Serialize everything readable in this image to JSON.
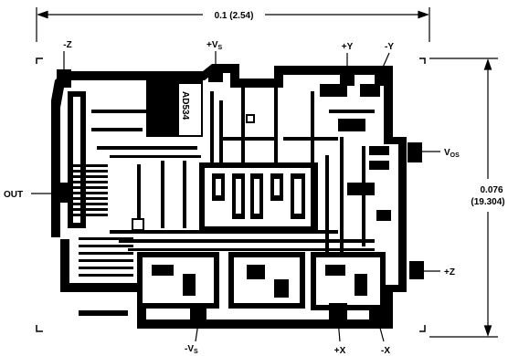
{
  "dimensions": {
    "width_label": "0.1 (2.54)",
    "height_label_line1": "0.076",
    "height_label_line2": "(19.304)"
  },
  "pads": {
    "minus_z": "-Z",
    "plus_vs_main": "+V",
    "plus_vs_sub": "S",
    "plus_y": "+Y",
    "minus_y": "-Y",
    "vos_main": "V",
    "vos_sub": "OS",
    "out": "OUT",
    "plus_z": "+Z",
    "minus_vs_main": "-V",
    "minus_vs_sub": "S",
    "plus_x": "+X",
    "minus_x": "-X"
  },
  "die_marking": "AD534"
}
